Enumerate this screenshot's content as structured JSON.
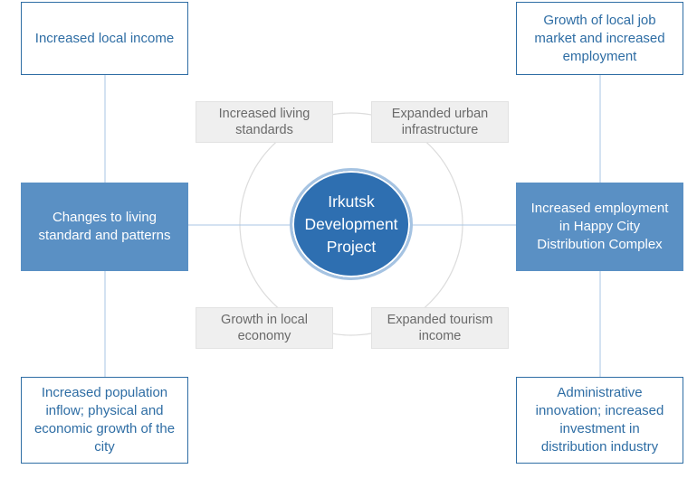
{
  "center": {
    "label": "Irkutsk Development Project"
  },
  "outer_boxes": {
    "top_left": "Increased local income",
    "top_right": "Growth of local job market and increased employment",
    "middle_left": "Changes to living standard and patterns",
    "middle_right": "Increased employment in Happy City Distribution Complex",
    "bottom_left": "Increased population inflow; physical and economic growth of the city",
    "bottom_right": "Administrative innovation; increased investment in distribution industry"
  },
  "inner_boxes": {
    "top_left": "Increased living standards",
    "top_right": "Expanded urban infrastructure",
    "bottom_left": "Growth in local economy",
    "bottom_right": "Expanded tourism income"
  },
  "colors": {
    "primary": "#2e6da4",
    "filled_box": "#5a90c4",
    "center_fill": "#2e6fb1",
    "center_ring": "#a5c3e2",
    "grey_box": "#efefef",
    "connector": "#a8c6e4"
  }
}
